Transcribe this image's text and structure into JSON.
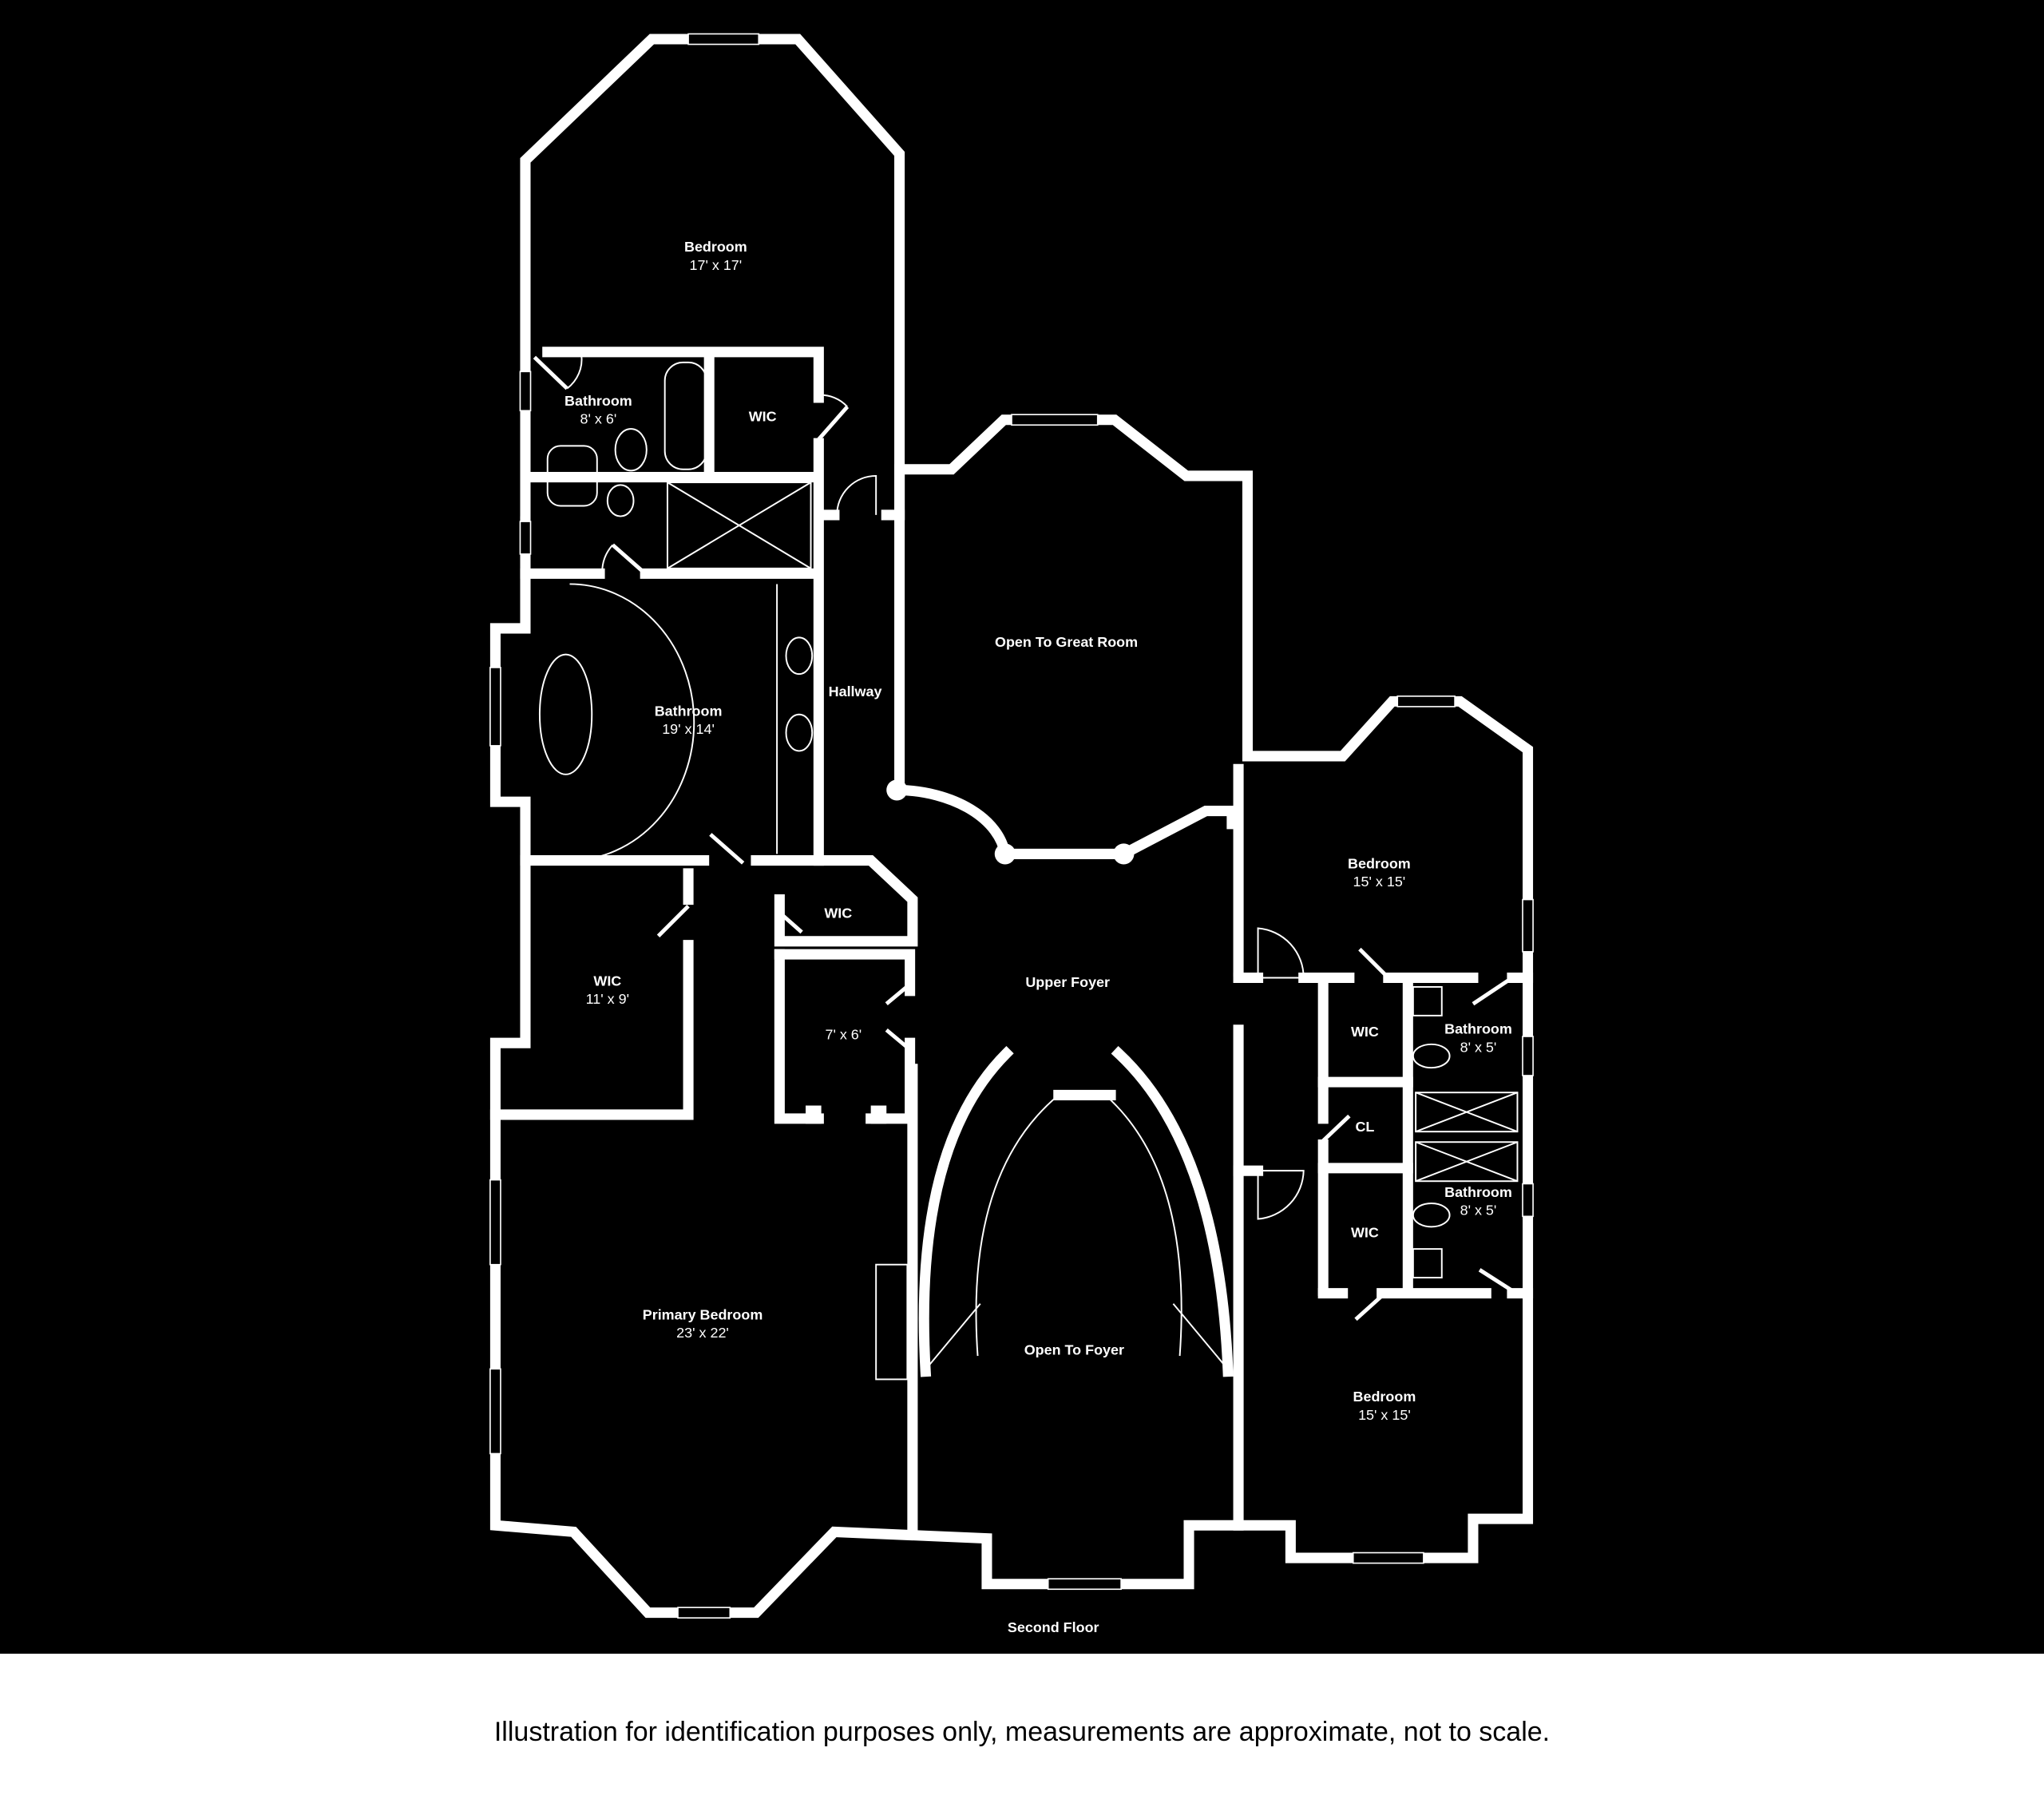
{
  "floor_title": "Second Floor",
  "disclaimer": "Illustration for identification purposes only, measurements are approximate, not to scale.",
  "rooms": [
    {
      "name": "Bedroom",
      "dims": "17'  x  17'"
    },
    {
      "name": "Bathroom",
      "dims": "8'  x  6'"
    },
    {
      "name": "WIC",
      "dims": ""
    },
    {
      "name": "Open To Great Room",
      "dims": ""
    },
    {
      "name": "Hallway",
      "dims": ""
    },
    {
      "name": "Bathroom",
      "dims": "19'  x  14'"
    },
    {
      "name": "WIC",
      "dims": ""
    },
    {
      "name": "WIC",
      "dims": "11'  x  9'"
    },
    {
      "name": "",
      "dims": "7'  x  6'"
    },
    {
      "name": "Upper Foyer",
      "dims": ""
    },
    {
      "name": "Bedroom",
      "dims": "15'  x  15'"
    },
    {
      "name": "WIC",
      "dims": ""
    },
    {
      "name": "Bathroom",
      "dims": "8'  x  5'"
    },
    {
      "name": "CL",
      "dims": ""
    },
    {
      "name": "Bathroom",
      "dims": "8'  x  5'"
    },
    {
      "name": "WIC",
      "dims": ""
    },
    {
      "name": "Primary Bedroom",
      "dims": "23'  x  22'"
    },
    {
      "name": "Open To Foyer",
      "dims": ""
    },
    {
      "name": "Bedroom",
      "dims": "15'  x  15'"
    }
  ]
}
